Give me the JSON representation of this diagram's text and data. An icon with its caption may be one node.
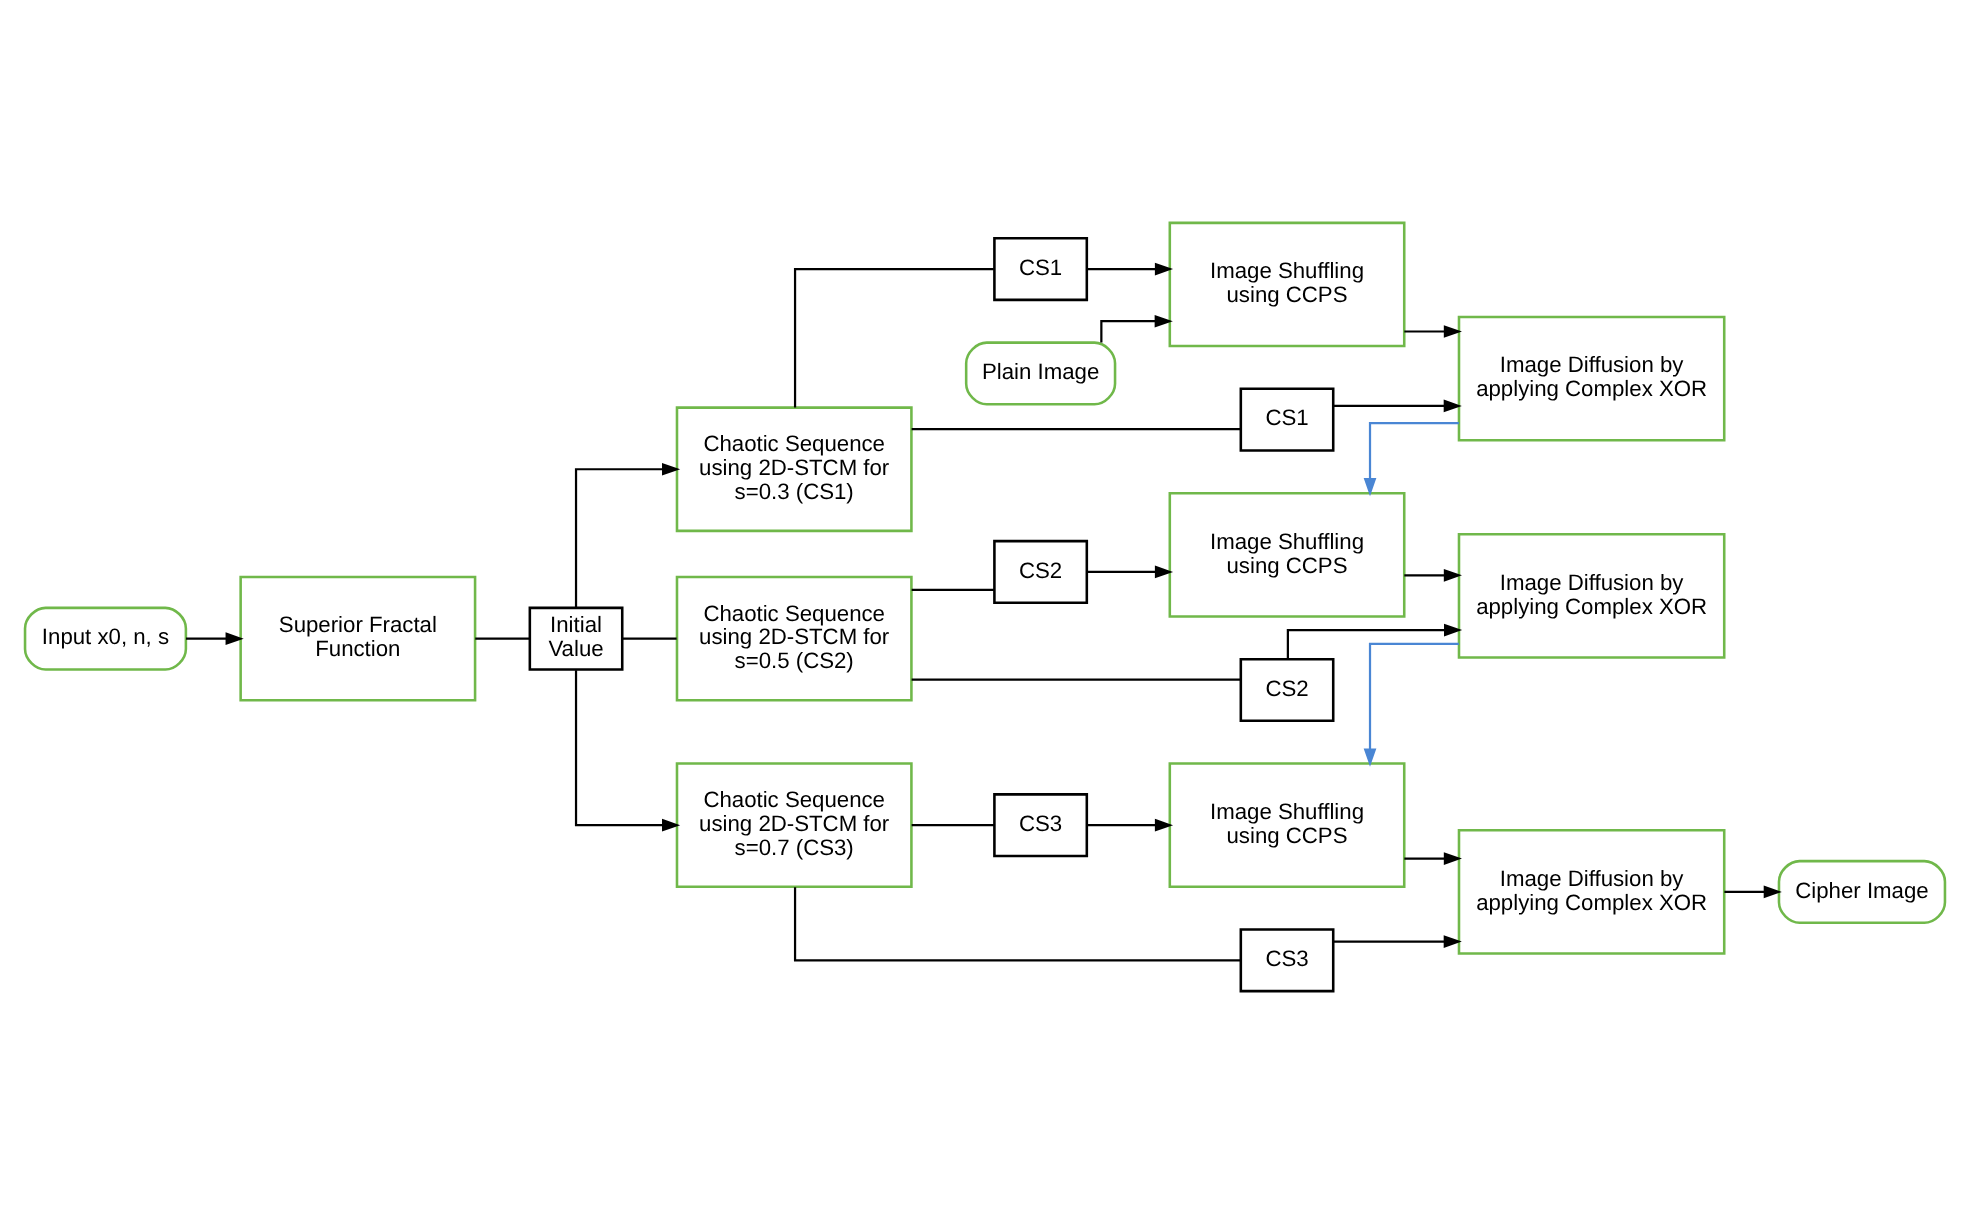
{
  "diagram": {
    "nodes": [
      {
        "text": [
          "Input x0, n, s"
        ]
      },
      {
        "text": [
          "Superior Fractal Function"
        ]
      },
      {
        "text": [
          "Initial Value"
        ]
      },
      {
        "text": [
          "Chaotic Sequence using 2D-STCM for s=0.3 (CS1)"
        ]
      },
      {
        "text": [
          "Plain Image"
        ]
      },
      {
        "text": [
          "CS1"
        ]
      },
      {
        "text": [
          "Image Shuffling using CCPS"
        ]
      },
      {
        "text": [
          "Image Diffusion by applying Complex XOR"
        ]
      },
      {
        "text": [
          "CS1"
        ]
      },
      {
        "text": [
          "Chaotic Sequence using 2D-STCM for s=0.5 (CS2)"
        ]
      },
      {
        "text": [
          "CS2"
        ]
      },
      {
        "text": [
          "Image Shuffling using CCPS"
        ]
      },
      {
        "text": [
          "Image Diffusion by applying Complex XOR"
        ]
      },
      {
        "text": [
          "CS2"
        ]
      },
      {
        "text": [
          "Chaotic Sequence using 2D-STCM for s=0.7 (CS3)"
        ]
      },
      {
        "text": [
          "CS3"
        ]
      },
      {
        "text": [
          "Image Shuffling using CCPS"
        ]
      },
      {
        "text": [
          "Image Diffusion by applying Complex XOR"
        ]
      },
      {
        "text": [
          "CS3"
        ]
      },
      {
        "text": [
          "Cipher Image"
        ]
      }
    ],
    "edges": [
      {
        "from": 0,
        "to": 1,
        "arrow": "to"
      },
      {
        "from": 1,
        "to": 2,
        "arrow": "none"
      },
      {
        "from": 2,
        "to": 3,
        "arrow": "to"
      },
      {
        "from": 2,
        "to": 9,
        "arrow": "none"
      },
      {
        "from": 2,
        "to": 14,
        "arrow": "to"
      },
      {
        "from": 4,
        "to": 6,
        "arrow": "to"
      },
      {
        "from": 3,
        "to": 5,
        "arrow": "none"
      },
      {
        "from": 5,
        "to": 6,
        "arrow": "to"
      },
      {
        "from": 6,
        "to": 7,
        "arrow": "to"
      },
      {
        "from": 3,
        "to": 8,
        "arrow": "none"
      },
      {
        "from": 8,
        "to": 7,
        "arrow": "to"
      },
      {
        "from": 7,
        "to": 11,
        "arrow": "to",
        "color": "#4a86d4"
      },
      {
        "from": 9,
        "to": 10,
        "arrow": "none"
      },
      {
        "from": 10,
        "to": 11,
        "arrow": "to"
      },
      {
        "from": 11,
        "to": 12,
        "arrow": "to"
      },
      {
        "from": 9,
        "to": 13,
        "arrow": "none"
      },
      {
        "from": 13,
        "to": 12,
        "arrow": "to"
      },
      {
        "from": 12,
        "to": 16,
        "arrow": "to",
        "color": "#4a86d4"
      },
      {
        "from": 14,
        "to": 15,
        "arrow": "none"
      },
      {
        "from": 15,
        "to": 16,
        "arrow": "to"
      },
      {
        "from": 16,
        "to": 17,
        "arrow": "to"
      },
      {
        "from": 14,
        "to": 18,
        "arrow": "none"
      },
      {
        "from": 18,
        "to": 17,
        "arrow": "to"
      },
      {
        "from": 17,
        "to": 19,
        "arrow": "to"
      }
    ]
  }
}
